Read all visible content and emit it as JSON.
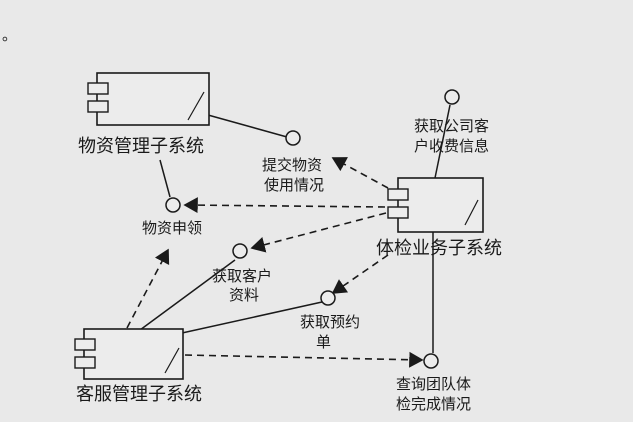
{
  "header": {
    "text_fragment": "。"
  },
  "components": {
    "materials": {
      "label": "物资管理子系统"
    },
    "exam": {
      "label": "体检业务子系统"
    },
    "service": {
      "label": "客服管理子系统"
    }
  },
  "interfaces": {
    "submit_usage": {
      "line1": "提交物资",
      "line2": "使用情况"
    },
    "requisition": {
      "line1": "物资申领"
    },
    "get_customer": {
      "line1": "获取客户",
      "line2": "资料"
    },
    "get_fee": {
      "line1": "获取公司客",
      "line2": "户收费信息"
    },
    "get_booking": {
      "line1": "获取预约",
      "line2": "单"
    },
    "team_query": {
      "line1": "查询团队体",
      "line2": "检完成情况"
    }
  },
  "colors": {
    "paper": "#e9e9e9",
    "ink": "#1a1a1a"
  }
}
